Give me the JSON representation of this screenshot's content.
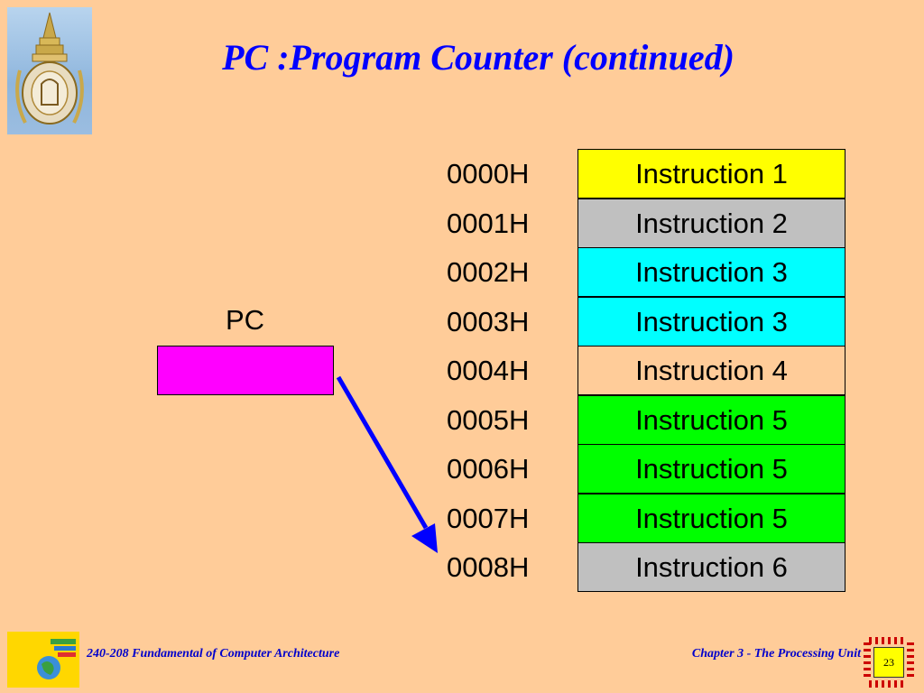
{
  "slide": {
    "title": "PC :Program Counter (continued)",
    "pc_label": "PC",
    "pc_color": "#FF00FF",
    "arrow_color": "#0000FF",
    "arrow_target": "0008H"
  },
  "memory": [
    {
      "address": "0000H",
      "instruction": "Instruction 1",
      "color": "#FFFF00"
    },
    {
      "address": "0001H",
      "instruction": "Instruction 2",
      "color": "#C0C0C0"
    },
    {
      "address": "0002H",
      "instruction": "Instruction 3",
      "color": "#00FFFF"
    },
    {
      "address": "0003H",
      "instruction": "Instruction 3",
      "color": "#00FFFF"
    },
    {
      "address": "0004H",
      "instruction": "Instruction 4",
      "color": "#FFCC99"
    },
    {
      "address": "0005H",
      "instruction": "Instruction 5",
      "color": "#00FF00"
    },
    {
      "address": "0006H",
      "instruction": "Instruction 5",
      "color": "#00FF00"
    },
    {
      "address": "0007H",
      "instruction": "Instruction 5",
      "color": "#00FF00"
    },
    {
      "address": "0008H",
      "instruction": "Instruction 6",
      "color": "#C0C0C0"
    }
  ],
  "footer": {
    "course": "240-208 Fundamental of Computer Architecture",
    "chapter": "Chapter 3 - The Processing Unit",
    "page": "23"
  },
  "icons": {
    "top_logo": "university-emblem-icon",
    "footer_logo": "globe-logo-icon",
    "page_badge": "chip-icon"
  }
}
